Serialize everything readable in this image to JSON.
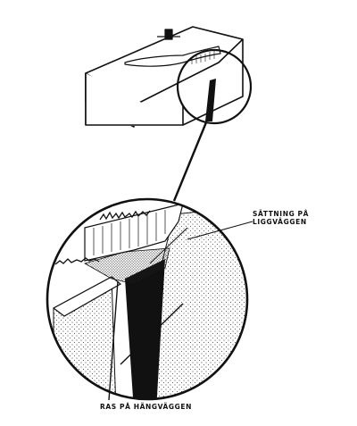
{
  "labels": {
    "settlement_line1": "SÄTTNING PÅ",
    "settlement_line2": "LIGGVÄGGEN",
    "collapse": "RAS PÅ HÄNGVÄGGEN"
  }
}
